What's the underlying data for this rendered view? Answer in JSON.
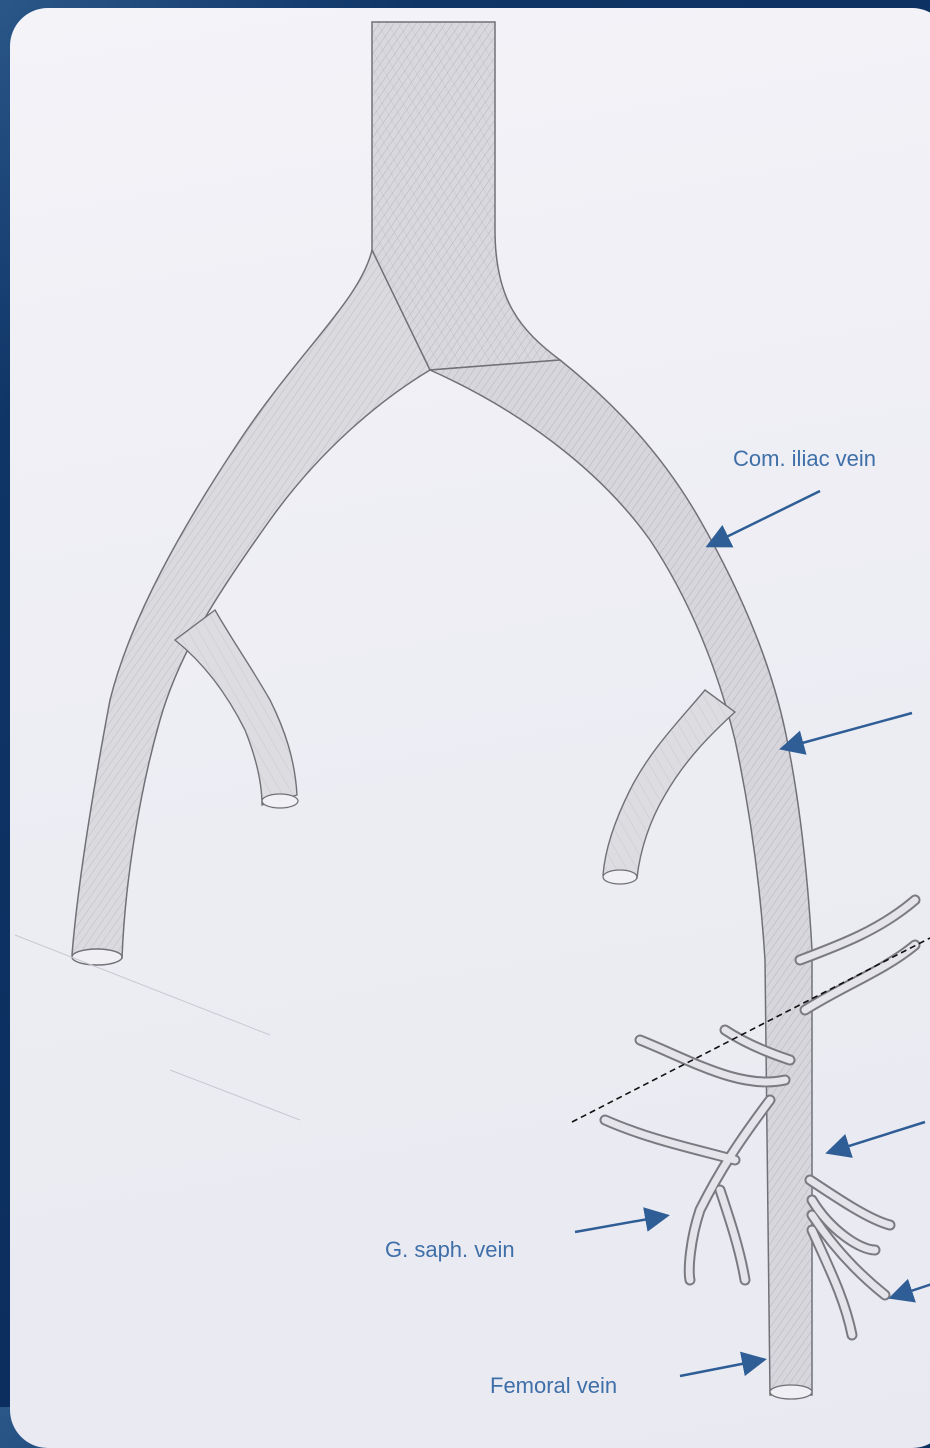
{
  "labels": {
    "com_iliac_vein": "Com. iliac vein",
    "g_saph_vein": "G. saph. vein",
    "femoral_vein": "Femoral vein"
  },
  "colors": {
    "background": "#0b2e5e",
    "panel": "#eeeef4",
    "label_text": "#3f6fa8",
    "arrow": "#2f5d96",
    "pencil": "#6d6d72"
  }
}
